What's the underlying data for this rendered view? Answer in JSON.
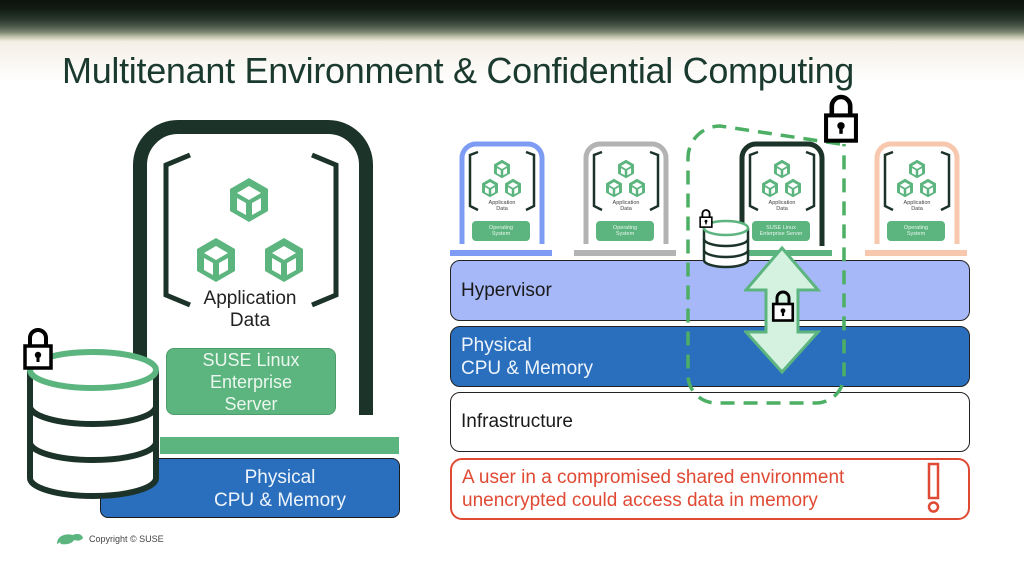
{
  "slide": {
    "title": "Multitenant Environment & Confidential Computing",
    "copyright": "Copyright © SUSE"
  },
  "left_diagram": {
    "app_data_label_line1": "Application",
    "app_data_label_line2": "Data",
    "os_label_line1": "SUSE Linux",
    "os_label_line2": "Enterprise",
    "os_label_line3": "Server",
    "hardware_label_line1": "Physical",
    "hardware_label_line2": "CPU & Memory",
    "icons": [
      "cube-icon",
      "cube-icon",
      "cube-icon",
      "lock-icon",
      "database-icon"
    ]
  },
  "right_diagram": {
    "vms": [
      {
        "app_label_1": "Application",
        "app_label_2": "Data",
        "os_label_1": "Operating",
        "os_label_2": "System",
        "frame_color": "#7f9cf5"
      },
      {
        "app_label_1": "Application",
        "app_label_2": "Data",
        "os_label_1": "Operating",
        "os_label_2": "System",
        "frame_color": "#b3b3b3"
      },
      {
        "app_label_1": "Application",
        "app_label_2": "Data",
        "os_label_1": "SUSE Linux",
        "os_label_2": "Enterprise Server",
        "frame_color": "#1c3329"
      },
      {
        "app_label_1": "Application",
        "app_label_2": "Data",
        "os_label_1": "Operating",
        "os_label_2": "System",
        "frame_color": "#f7c8ae"
      }
    ],
    "layers": {
      "hypervisor": "Hypervisor",
      "physical_line1": "Physical",
      "physical_line2": "CPU & Memory",
      "infrastructure": "Infrastructure"
    },
    "warning": {
      "line1": "A user in a compromised shared environment",
      "line2": "unencrypted could access data in memory",
      "icon": "exclamation-icon"
    }
  },
  "colors": {
    "brand_dark": "#1b3a2f",
    "brand_green": "#5cb57e",
    "hypervisor": "#a6b8f7",
    "physical": "#2a6fbd",
    "warning": "#e04a34"
  }
}
